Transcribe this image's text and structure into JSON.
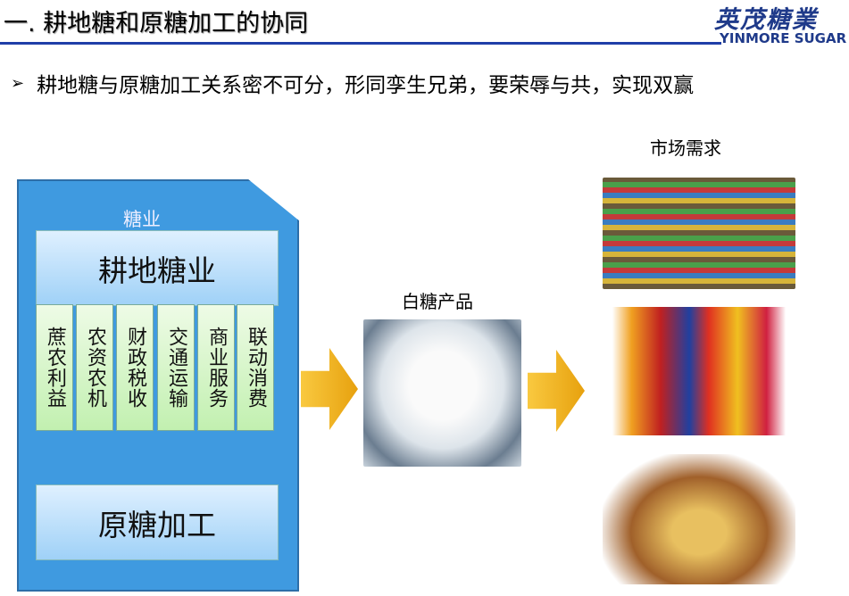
{
  "header": {
    "title": "一. 耕地糖和原糖加工的协同",
    "logo_cn": "英茂糖業",
    "logo_en": "YINMORE SUGAR"
  },
  "bullet": {
    "text": "耕地糖与原糖加工关系密不可分，形同孪生兄弟，要荣辱与共，实现双赢"
  },
  "diagram": {
    "outer_label": "糖业",
    "top_panel": "耕地糖业",
    "bottom_panel": "原糖加工",
    "columns": [
      "蔗农利益",
      "农资农机",
      "财政税收",
      "交通运输",
      "商业服务",
      "联动消费"
    ]
  },
  "product": {
    "label": "白糖产品"
  },
  "market": {
    "label": "市场需求"
  }
}
